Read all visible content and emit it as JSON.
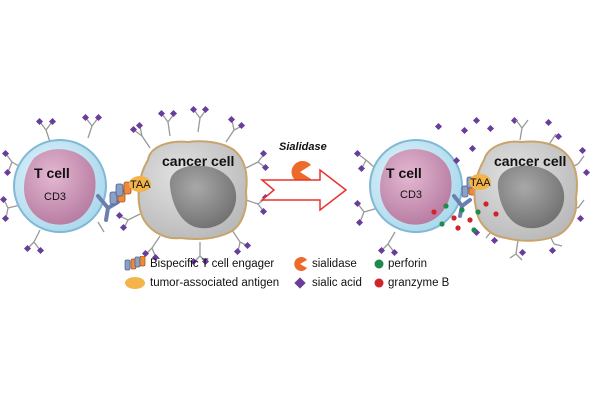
{
  "labels": {
    "t_cell": "T cell",
    "cd3": "CD3",
    "cancer_cell": "cancer cell",
    "taa": "TAA",
    "sialidase_title": "Sialidase"
  },
  "legend": {
    "bispecific": "Bispecific T cell engager",
    "tumor_antigen": "tumor-associated antigen",
    "sialidase": "sialidase",
    "sialic_acid": "sialic acid",
    "perforin": "perforin",
    "granzyme": "granzyme B"
  },
  "colors": {
    "tcell_outer": "#bfe3f2",
    "tcell_nucleus": "#c98fb2",
    "cancer_body": "#c9c9c9",
    "cancer_nucleus": "#8a8a8a",
    "cancer_outline": "#c9a46a",
    "taa": "#f4b44a",
    "sialidase": "#ee6a2a",
    "sialic_acid": "#6a3d9a",
    "perforin": "#1f8a4c",
    "granzyme": "#d2232a",
    "arrow": "#e8322d",
    "engager_blue": "#8aa0c8",
    "engager_orange": "#ef8a3c"
  }
}
